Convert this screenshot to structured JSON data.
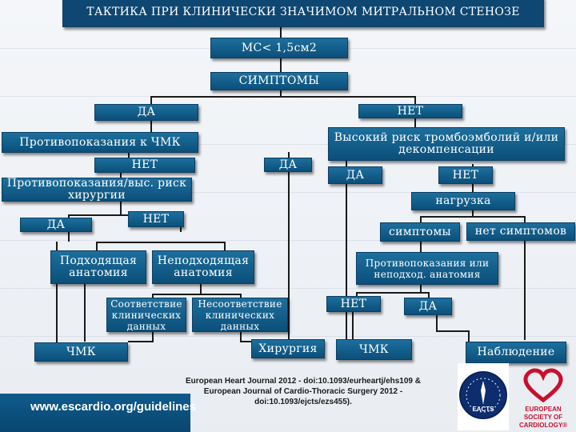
{
  "title": "ТАКТИКА ПРИ КЛИНИЧЕСКИ ЗНАЧИМОМ МИТРАЛЬНОМ СТЕНОЗЕ",
  "nodes": {
    "ms_threshold": "МС< 1,5см2",
    "symptoms": "СИМПТОМЫ",
    "yes_top": "ДА",
    "no_top": "НЕТ",
    "contra_pmc": "Противопоказания к ЧМК",
    "no_left": "НЕТ",
    "yes_mid": "ДА",
    "contra_high_risk": "Противопоказания/выс. риск хирургии",
    "yes_left": "ДА",
    "no_left2": "НЕТ",
    "suitable_anatomy": "Подходящая анатомия",
    "unsuitable_anatomy": "Неподходящая анатомия",
    "clinical_match": "Соответствие клинических данных",
    "clinical_mismatch": "Несоответствие клинических данных",
    "pmc_left": "ЧМК",
    "surgery": "Хирургия",
    "high_risk_embolism": "Высокий риск тромбоэмболий и/или декомпенсации",
    "yes_right": "ДА",
    "no_right": "НЕТ",
    "load": "нагрузка",
    "symptoms_small": "симптомы",
    "no_symptoms": "нет симптомов",
    "contra_unsuitable": "Противопоказания или неподход. анатомия",
    "no_bottom": "НЕТ",
    "yes_bottom": "ДА",
    "pmc_right": "ЧМК",
    "observation": "Наблюдение"
  },
  "footer": {
    "url": "www.escardio.org/guidelines",
    "citation": "European Heart Journal 2012 - doi:10.1093/eurheartj/ehs109 & European Journal of Cardio-Thoracic Surgery 2012 - doi:10.1093/ejcts/ezs455)."
  },
  "logos": {
    "eacts": "EACTS",
    "esc_line1": "EUROPEAN",
    "esc_line2": "SOCIETY OF",
    "esc_line3": "CARDIOLOGY®"
  },
  "colors": {
    "box_fill": "#0b4f7a",
    "box_text": "#ffffff",
    "esc_red": "#c8102e",
    "connector": "#1a1a1a"
  }
}
